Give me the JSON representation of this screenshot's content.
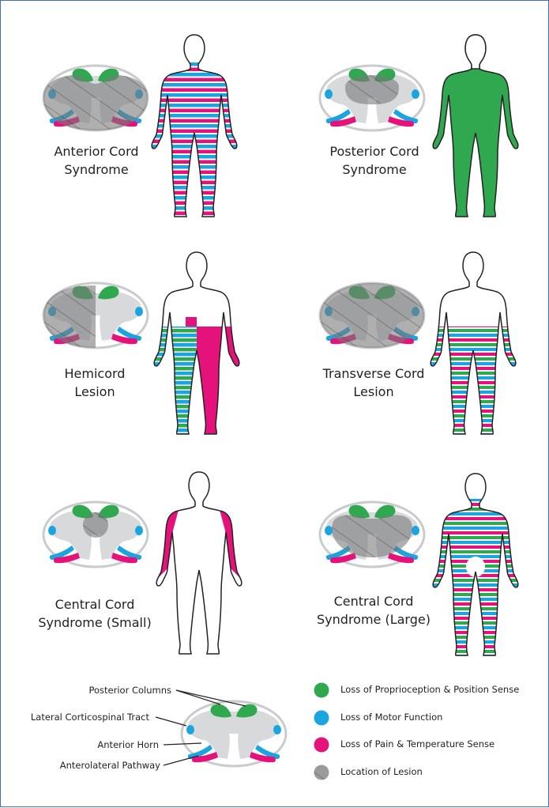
{
  "panels": [
    {
      "line1": "Anterior Cord",
      "line2": "Syndrome"
    },
    {
      "line1": "Posterior Cord",
      "line2": "Syndrome"
    },
    {
      "line1": "Hemicord",
      "line2": "Lesion"
    },
    {
      "line1": "Transverse Cord",
      "line2": "Lesion"
    },
    {
      "line1": "Central Cord",
      "line2": "Syndrome (Small)"
    },
    {
      "line1": "Central Cord",
      "line2": "Syndrome (Large)"
    }
  ],
  "anatomy_labels": {
    "posterior_columns": "Posterior Columns",
    "lateral_corticospinal_tract": "Lateral Corticospinal Tract",
    "anterior_horn": "Anterior Horn",
    "anterolateral_pathway": "Anterolateral Pathway"
  },
  "legend": [
    {
      "label": "Loss of Proprioception & Position Sense",
      "color": "#2fa84f",
      "icon": "green-dot"
    },
    {
      "label": "Loss of Motor Function",
      "color": "#1ba5e0",
      "icon": "blue-dot"
    },
    {
      "label": "Loss of Pain & Temperature Sense",
      "color": "#e6127c",
      "icon": "magenta-dot"
    },
    {
      "label": "Location of Lesion",
      "color": "#7a7a7a",
      "icon": "hatched-gray-dot"
    }
  ],
  "colors": {
    "green": "#2fa84f",
    "blue": "#1ba5e0",
    "magenta": "#e6127c",
    "gray_matter": "#d7d9db",
    "lesion": "#7a7a7a",
    "frame": "#3f6fb5"
  }
}
